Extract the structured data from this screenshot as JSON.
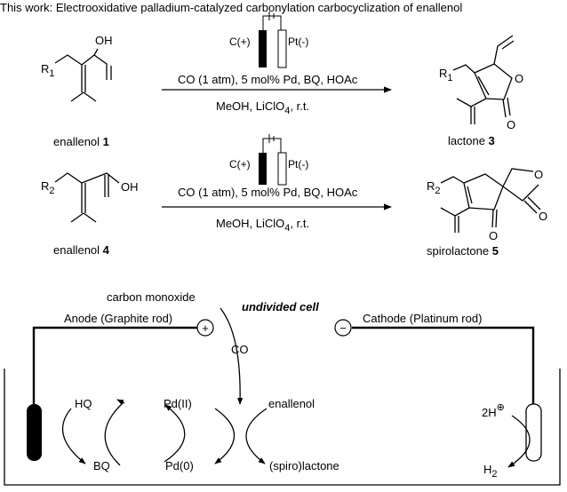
{
  "title": "This work: Electrooxidative palladium-catalyzed carbonylation carbocyclization of enallenol",
  "reaction1": {
    "electrode_anode": "C(+)",
    "electrode_cathode": "Pt(-)",
    "conditions_top": "CO (1 atm), 5 mol% Pd, BQ, HOAc",
    "conditions_bottom_pre": "MeOH, LiClO",
    "conditions_bottom_sub": "4",
    "conditions_bottom_post": ", r.t.",
    "reactant_label": "enallenol ",
    "reactant_num": "1",
    "product_label": "lactone ",
    "product_num": "3",
    "r_group": "R",
    "r_sub": "1",
    "oh": "OH",
    "o": "O"
  },
  "reaction2": {
    "electrode_anode": "C(+)",
    "electrode_cathode": "Pt(-)",
    "conditions_top": "CO (1 atm), 5 mol% Pd, BQ, HOAc",
    "conditions_bottom_pre": "MeOH, LiClO",
    "conditions_bottom_sub": "4",
    "conditions_bottom_post": ", r.t.",
    "reactant_label": "enallenol ",
    "reactant_num": "4",
    "product_label": "spirolactone ",
    "product_num": "5",
    "r_group": "R",
    "r_sub": "2",
    "oh": "OH",
    "o": "O"
  },
  "cell": {
    "carbon_monoxide": "carbon monoxide",
    "undivided_cell": "undivided cell",
    "anode": "Anode (Graphite rod)",
    "cathode": "Cathode (Platinum rod)",
    "plus": "+",
    "minus": "−",
    "co": "CO",
    "hq": "HQ",
    "bq": "BQ",
    "pd2": "Pd(II)",
    "pd0": "Pd(0)",
    "enallenol": "enallenol",
    "spirolactone": "(spiro)lactone",
    "proton_pre": "2H",
    "proton_sup": "⊕",
    "h2_pre": "H",
    "h2_sub": "2"
  }
}
